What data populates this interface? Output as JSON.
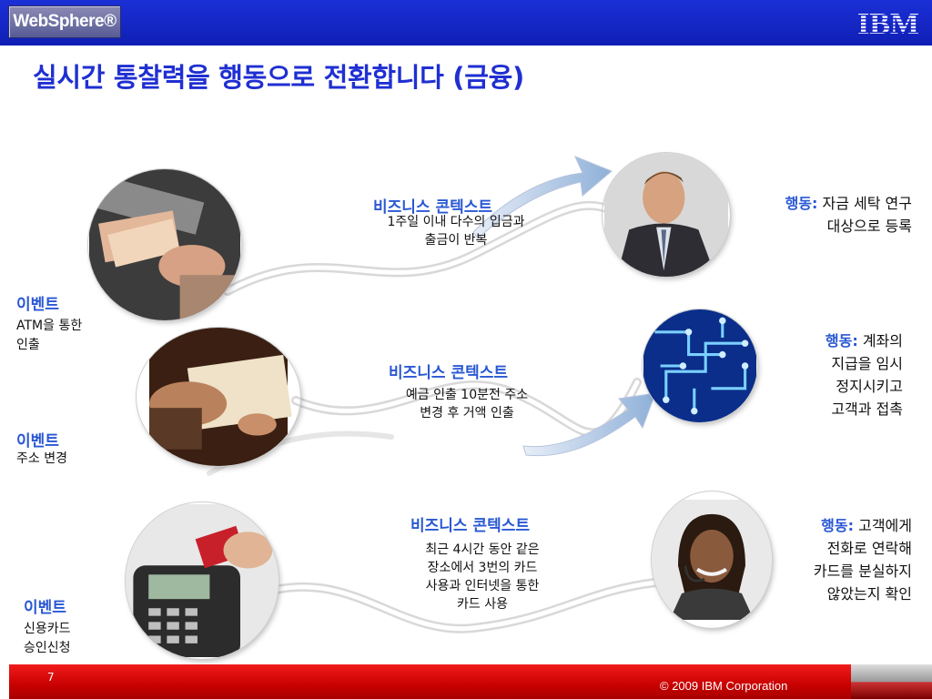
{
  "header": {
    "product_logo": "WebSphere®",
    "company_logo": "IBM"
  },
  "slide": {
    "title": "실시간 통찰력을 행동으로 전환합니다 (금융)"
  },
  "rows": [
    {
      "event_label": "이벤트",
      "event_text": [
        "ATM을 통한",
        "인출"
      ],
      "context_label": "비즈니스 콘텍스트",
      "context_text": [
        "1주일 이내 다수의 입금과",
        "출금이 반복"
      ],
      "action_label": "행동:",
      "action_text": [
        "자금 세탁 연구",
        "대상으로 등록"
      ]
    },
    {
      "event_label": "이벤트",
      "event_text": [
        "주소 변경"
      ],
      "context_label": "비즈니스 콘텍스트",
      "context_text": [
        "예금 인출 10분전 주소",
        "변경 후 거액 인출"
      ],
      "action_label": "행동:",
      "action_text": [
        "계좌의",
        "지급을 임시",
        "정지시키고",
        "고객과 접촉"
      ]
    },
    {
      "event_label": "이벤트",
      "event_text": [
        "신용카드",
        "승인신청"
      ],
      "context_label": "비즈니스 콘텍스트",
      "context_text": [
        "최근 4시간 동안 같은",
        "장소에서 3번의 카드",
        "사용과 인터넷을 통한",
        "카드 사용"
      ],
      "action_label": "행동:",
      "action_text": [
        "고객에게",
        "전화로 연락해",
        "카드를 분실하지",
        "않았는지 확인"
      ]
    }
  ],
  "footer": {
    "page_number": "7",
    "copyright": "© 2009 IBM Corporation"
  },
  "colors": {
    "header_blue": "#1b2fd6",
    "title_blue": "#1f2fd2",
    "label_blue": "#2a58d4",
    "footer_red": "#e01010"
  }
}
